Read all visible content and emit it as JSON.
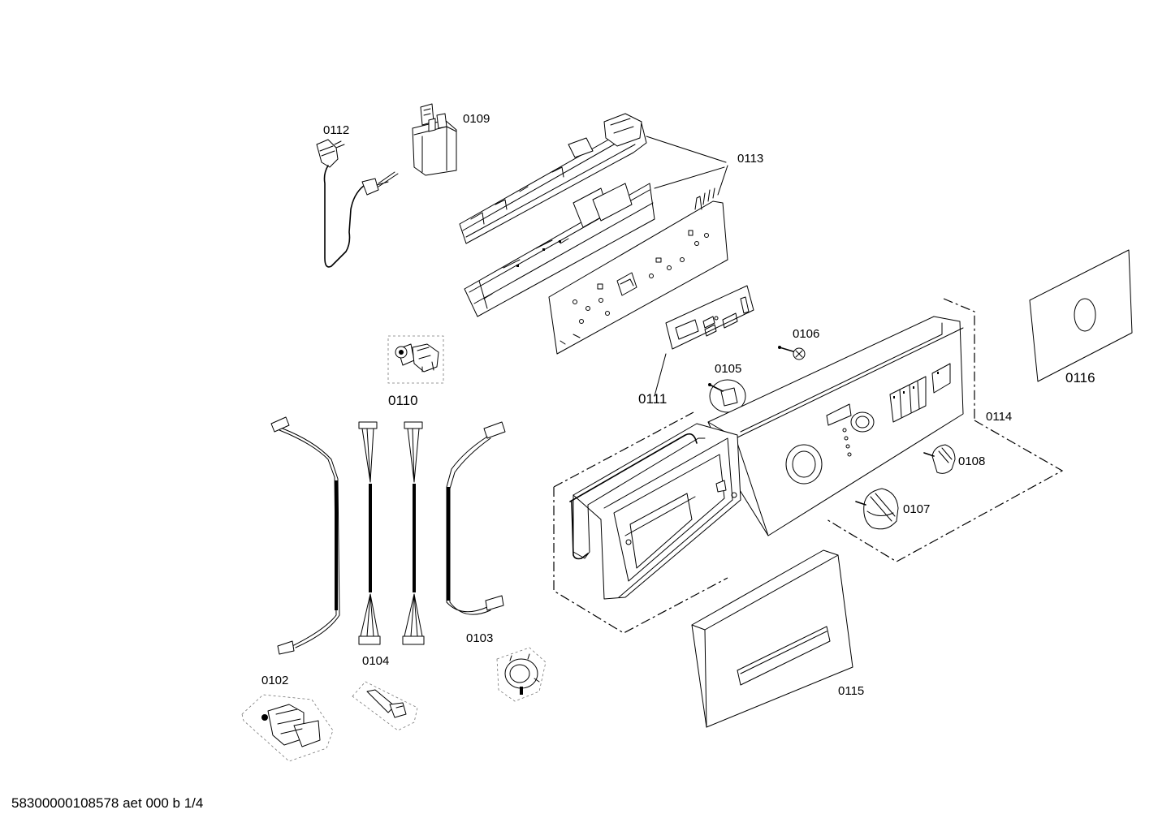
{
  "diagram": {
    "labels": {
      "p0102": "0102",
      "p0103": "0103",
      "p0104": "0104",
      "p0105": "0105",
      "p0106": "0106",
      "p0107": "0107",
      "p0108": "0108",
      "p0109": "0109",
      "p0110": "0110",
      "p0111": "0111",
      "p0112": "0112",
      "p0113": "0113",
      "p0114": "0114",
      "p0115": "0115",
      "p0116": "0116"
    },
    "footer": "58300000108578 aet 000 b 1/4"
  }
}
